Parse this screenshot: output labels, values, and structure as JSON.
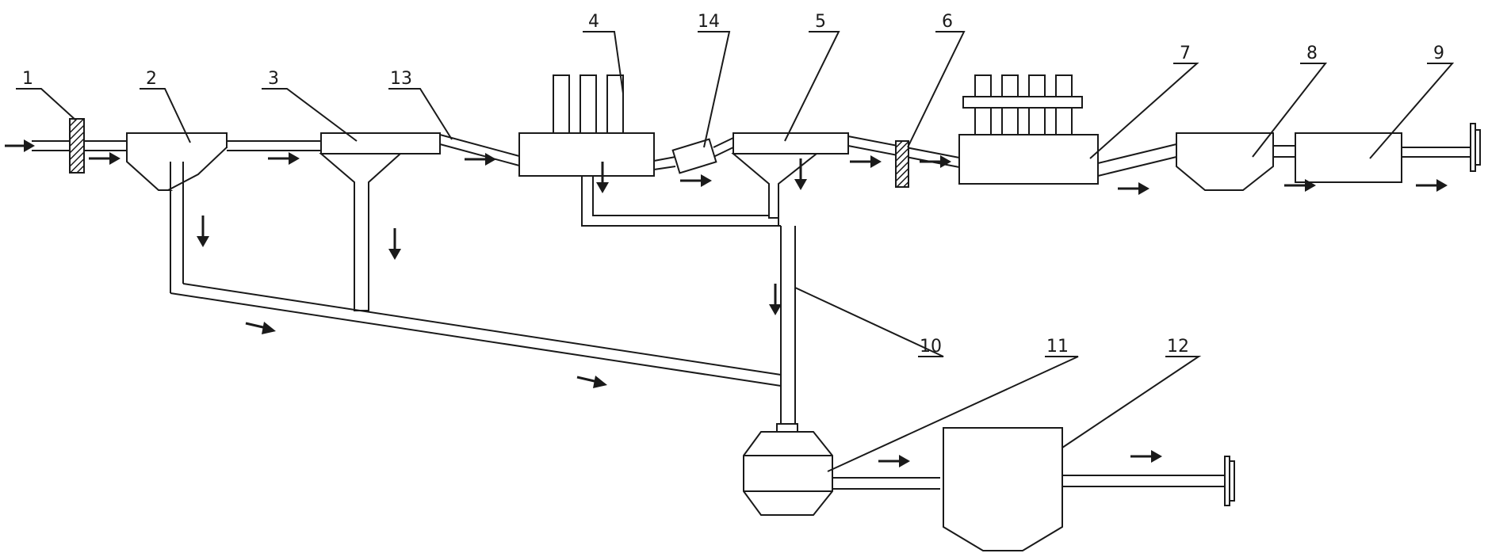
{
  "labels": [
    {
      "id": "l1",
      "text": "1"
    },
    {
      "id": "l2",
      "text": "2"
    },
    {
      "id": "l3",
      "text": "3"
    },
    {
      "id": "l4",
      "text": "4"
    },
    {
      "id": "l5",
      "text": "5"
    },
    {
      "id": "l6",
      "text": "6"
    },
    {
      "id": "l7",
      "text": "7"
    },
    {
      "id": "l8",
      "text": "8"
    },
    {
      "id": "l9",
      "text": "9"
    },
    {
      "id": "l10",
      "text": "10"
    },
    {
      "id": "l11",
      "text": "11"
    },
    {
      "id": "l12",
      "text": "12"
    },
    {
      "id": "l13",
      "text": "13"
    },
    {
      "id": "l14",
      "text": "14"
    }
  ],
  "colors": {
    "stroke": "#1a1a1a",
    "background": "#ffffff"
  },
  "icons": {
    "flow_arrow": "arrow-icon"
  }
}
